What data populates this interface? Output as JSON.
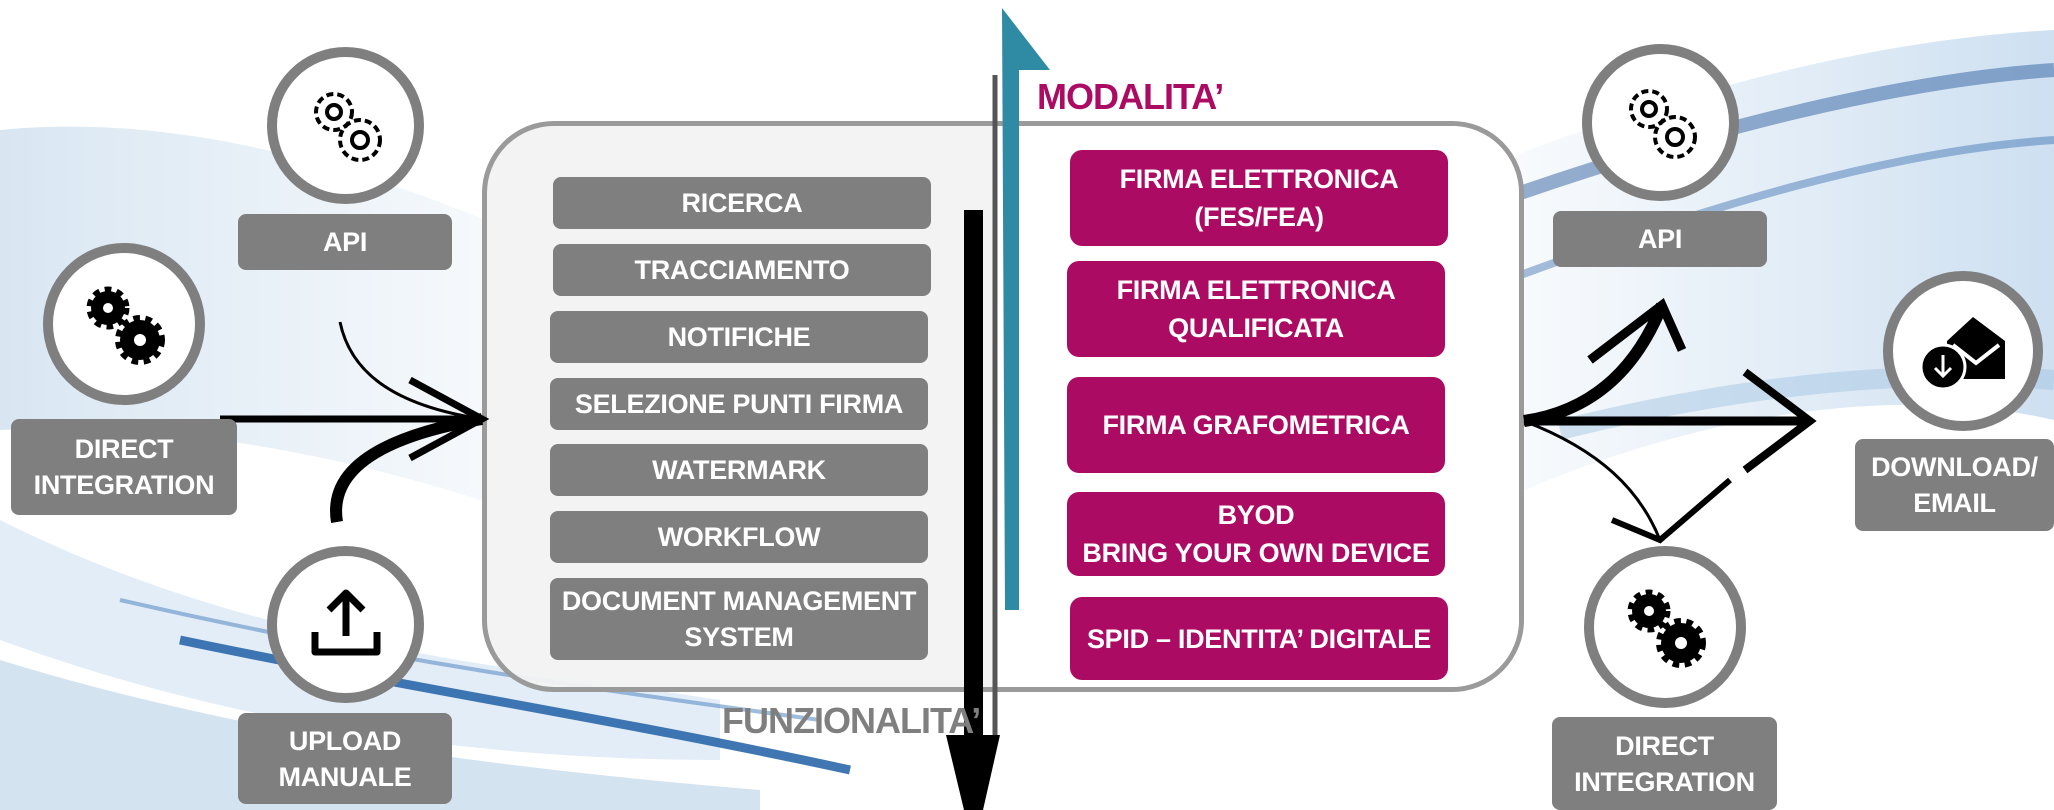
{
  "colors": {
    "gray_box": "#7f7f7f",
    "magenta_box": "#ac0b64",
    "teal_arrow": "#2f8aa3",
    "panel_border": "#9a9a9a",
    "modalita_text": "#ac0b64",
    "funzionalita_text": "#7f7f7f"
  },
  "headings": {
    "modalita": "MODALITA’",
    "funzionalita": "FUNZIONALITA’"
  },
  "inputs": {
    "api": "API",
    "direct_integration": "DIRECT\nINTEGRATION",
    "upload_manuale": "UPLOAD\nMANUALE"
  },
  "functions": [
    "RICERCA",
    "TRACCIAMENTO",
    "NOTIFICHE",
    "SELEZIONE PUNTI FIRMA",
    "WATERMARK",
    "WORKFLOW",
    "DOCUMENT MANAGEMENT\nSYSTEM"
  ],
  "modes": [
    "FIRMA ELETTRONICA\n(FES/FEA)",
    "FIRMA ELETTRONICA\nQUALIFICATA",
    "FIRMA GRAFOMETRICA",
    "BYOD\nBRING YOUR OWN DEVICE",
    "SPID – IDENTITA’ DIGITALE"
  ],
  "outputs": {
    "api": "API",
    "download_email": "DOWNLOAD/\nEMAIL",
    "direct_integration": "DIRECT\nINTEGRATION"
  },
  "icons": {
    "input_api": "gears-outline-icon",
    "input_direct": "gears-solid-icon",
    "input_upload": "upload-icon",
    "output_api": "gears-outline-icon",
    "output_download": "envelope-download-icon",
    "output_direct": "gears-solid-icon"
  }
}
